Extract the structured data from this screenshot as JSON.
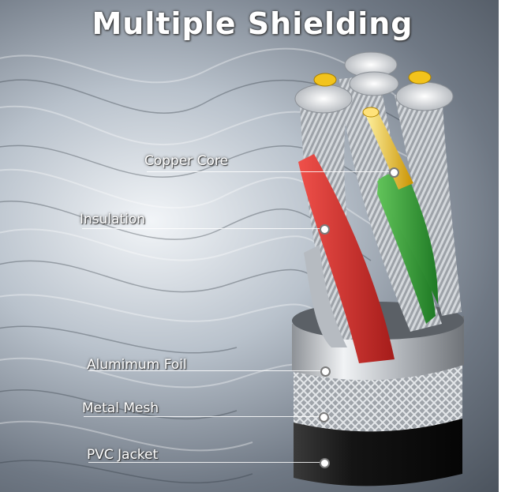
{
  "title": "Multiple  Shielding",
  "labels": {
    "copper_core": "Copper Core",
    "insulation": "Insulation",
    "aluminum_foil": "Alumimum Foil",
    "metal_mesh": "Metal Mesh",
    "pvc_jacket": "PVC Jacket"
  },
  "colors": {
    "insulation_red": "#d8322e",
    "insulation_green": "#3aa53a",
    "copper_gold": "#e8b81a",
    "foil_silver": "#c9ccd0",
    "jacket_black": "#141414"
  }
}
